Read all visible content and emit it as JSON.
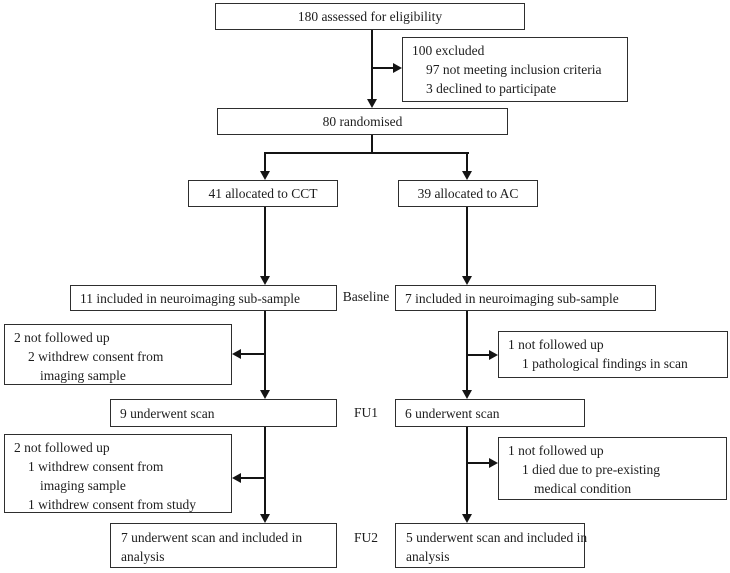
{
  "flowchart": {
    "eligibility": "180 assessed for eligibility",
    "excluded": [
      "100 excluded",
      "97 not meeting inclusion criteria",
      "3 declined to participate"
    ],
    "randomised": "80 randomised",
    "alloc_cct": "41 allocated to CCT",
    "alloc_ac": "39 allocated to AC",
    "stage_labels": {
      "baseline": "Baseline",
      "fu1": "FU1",
      "fu2": "FU2"
    },
    "baseline_cct": "11 included in neuroimaging sub-sample",
    "baseline_ac": "7 included in neuroimaging sub-sample",
    "dropout_cct_1": [
      "2 not followed up",
      "2 withdrew consent from",
      "imaging sample"
    ],
    "dropout_ac_1": [
      "1 not followed up",
      "1 pathological findings in scan"
    ],
    "fu1_cct": "9 underwent scan",
    "fu1_ac": "6 underwent scan",
    "dropout_cct_2": [
      "2 not followed up",
      "1 withdrew consent from",
      "imaging sample",
      "1 withdrew consent from study"
    ],
    "dropout_ac_2": [
      "1 not followed up",
      "1 died due to pre-existing",
      "medical condition"
    ],
    "fu2_cct": [
      "7 underwent scan and included in",
      "analysis"
    ],
    "fu2_ac": [
      "5 underwent scan and included in",
      "analysis"
    ],
    "line_color": "#141414",
    "border_color": "#2e2e2e"
  }
}
